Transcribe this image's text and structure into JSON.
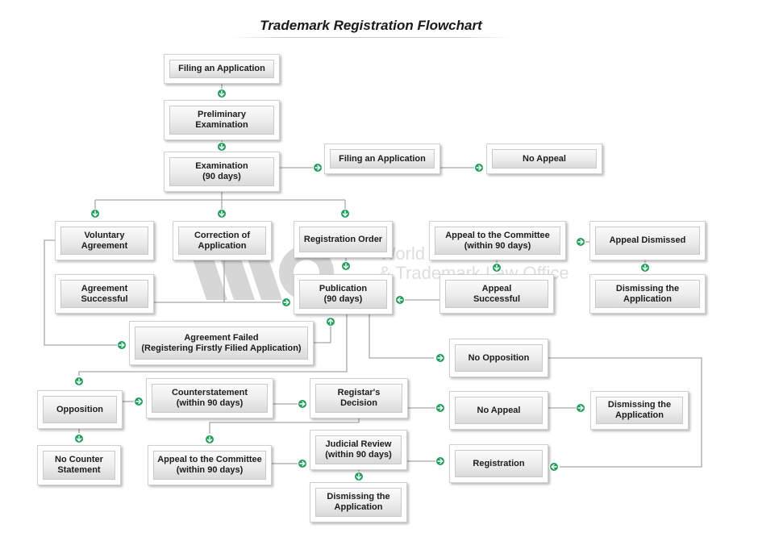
{
  "title": "Trademark Registration Flowchart",
  "watermark": {
    "line1": "World Patent",
    "line2": "& Trademark Law Office"
  },
  "colors": {
    "connector_arrow": "#1f9c5a",
    "line": "#a8a8a8",
    "box_border": "#cfcfcf"
  },
  "nodes": {
    "filing_application": "Filing an Application",
    "preliminary_examination": "Preliminary\nExamination",
    "examination": "Examination\n(90 days)",
    "filing_application_right": "Filing an Application",
    "no_appeal_top": "No Appeal",
    "voluntary_agreement": "Voluntary\nAgreement",
    "correction_of_application": "Correction of\nApplication",
    "registration_order": "Registration Order",
    "appeal_committee_top": "Appeal to the Committee\n(within 90 days)",
    "appeal_dismissed": "Appeal Dismissed",
    "agreement_successful": "Agreement\nSuccessful",
    "publication": "Publication\n(90 days)",
    "appeal_successful": "Appeal\nSuccessful",
    "dismissing_application_top": "Dismissing the\nApplication",
    "agreement_failed": "Agreement Failed\n(Registering Firstly Filied Application)",
    "no_opposition": "No Opposition",
    "opposition": "Opposition",
    "counterstatement": "Counterstatement\n(within 90 days)",
    "registars_decision": "Registar's\nDecision",
    "no_appeal_bottom": "No Appeal",
    "dismissing_application_mid": "Dismissing the\nApplication",
    "no_counter_statement": "No Counter\nStatement",
    "appeal_committee_bottom": "Appeal to the Committee\n(within 90 days)",
    "judicial_review": "Judicial Review\n(within 90 days)",
    "registration": "Registration",
    "dismissing_application_bottom": "Dismissing the\nApplication"
  }
}
